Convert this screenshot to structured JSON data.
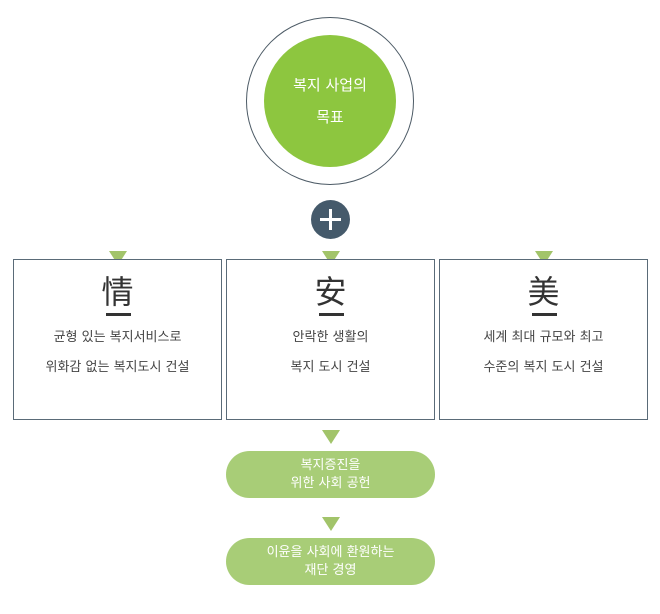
{
  "goal": {
    "line1": "복지 사업의",
    "line2": "목표"
  },
  "connector": {
    "icon": "plus-icon"
  },
  "pillars": [
    {
      "hanja": "情",
      "line1": "균형 있는 복지서비스로",
      "line2": "위화감 없는 복지도시 건설"
    },
    {
      "hanja": "安",
      "line1": "안락한 생활의",
      "line2": "복지 도시 건설"
    },
    {
      "hanja": "美",
      "line1": "세계 최대 규모와 최고",
      "line2": "수준의 복지 도시 건설"
    }
  ],
  "steps": [
    {
      "line1": "복지증진을",
      "line2": "위한 사회 공헌"
    },
    {
      "line1": "이윤을 사회에 환원하는",
      "line2": "재단 경영"
    }
  ],
  "colors": {
    "green": "#8dc63f",
    "light_green": "#a8cd77",
    "dark": "#455a6b"
  }
}
